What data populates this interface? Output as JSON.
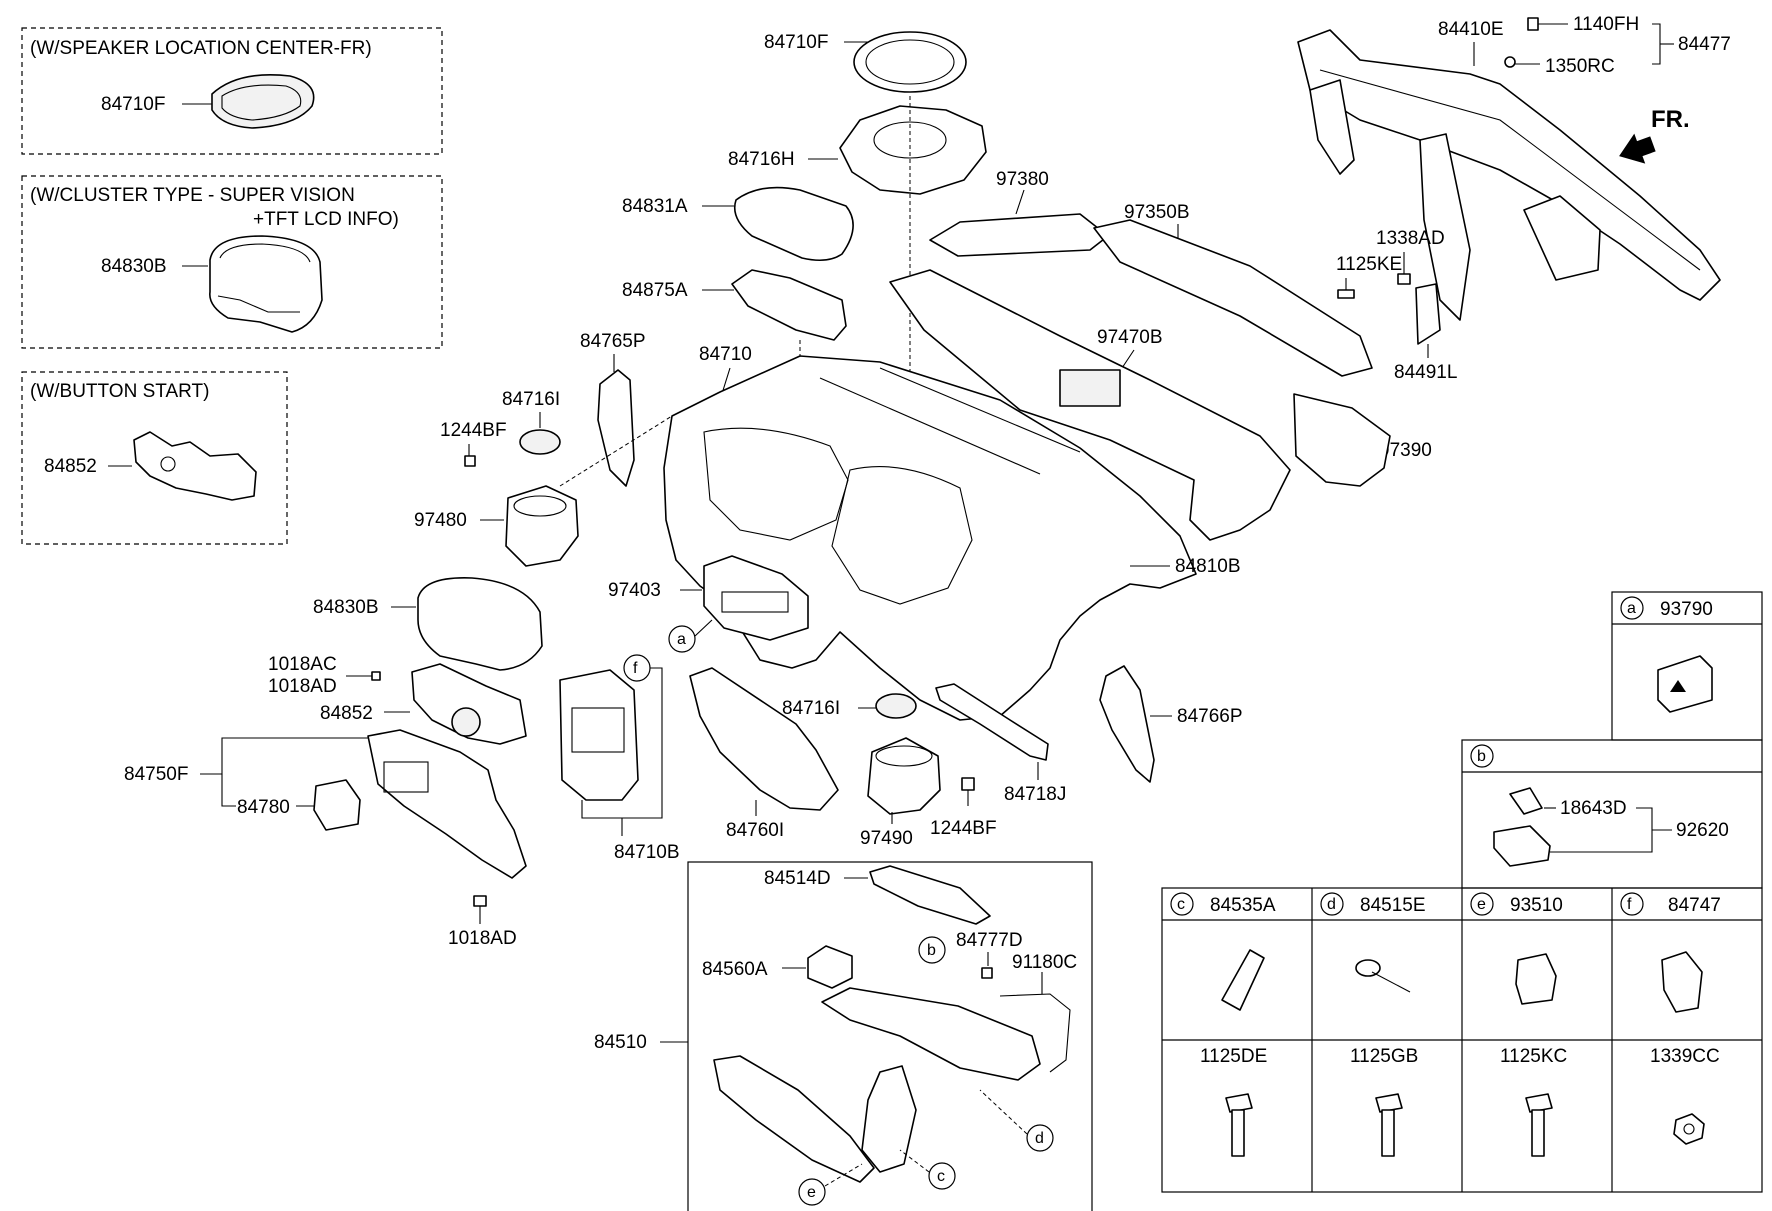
{
  "boxes": {
    "speaker": "(W/SPEAKER LOCATION CENTER-FR)",
    "cluster_line1": "(W/CLUSTER TYPE - SUPER VISION",
    "cluster_line2": "+TFT LCD INFO)",
    "button": "(W/BUTTON START)"
  },
  "direction": "FR.",
  "labels": {
    "p84710F_box": "84710F",
    "p84830B_box": "84830B",
    "p84852_box": "84852",
    "p84710F": "84710F",
    "p84716H": "84716H",
    "p84831A": "84831A",
    "p84875A": "84875A",
    "p84765P": "84765P",
    "p84710": "84710",
    "p84716I_a": "84716I",
    "p1244BF_a": "1244BF",
    "p97480": "97480",
    "p97380": "97380",
    "p97350B": "97350B",
    "p97470B": "97470B",
    "p97390": "97390",
    "p84810B": "84810B",
    "p84410E": "84410E",
    "p1140FH": "1140FH",
    "p1350RC": "1350RC",
    "p84477": "84477",
    "p1338AD": "1338AD",
    "p1125KE": "1125KE",
    "p84491L": "84491L",
    "p97403": "97403",
    "p84830B": "84830B",
    "p1018AC": "1018AC",
    "p1018AD_a": "1018AD",
    "p84852": "84852",
    "p84750F": "84750F",
    "p84780": "84780",
    "p1018AD_b": "1018AD",
    "p84710B": "84710B",
    "p84760I": "84760I",
    "p84716I_b": "84716I",
    "p97490": "97490",
    "p1244BF_b": "1244BF",
    "p84718J": "84718J",
    "p84766P": "84766P",
    "p84514D": "84514D",
    "p84777D": "84777D",
    "p91180C": "91180C",
    "p84560A": "84560A",
    "p84510": "84510"
  },
  "callouts": {
    "a": "a",
    "b": "b",
    "c": "c",
    "d": "d",
    "e": "e",
    "f": "f"
  },
  "legend": {
    "a": {
      "letter": "a",
      "part": "93790"
    },
    "b": {
      "letter": "b",
      "p1": "18643D",
      "p2": "92620"
    },
    "c": {
      "letter": "c",
      "part": "84535A"
    },
    "d": {
      "letter": "d",
      "part": "84515E"
    },
    "e": {
      "letter": "e",
      "part": "93510"
    },
    "f": {
      "letter": "f",
      "part": "84747"
    },
    "fasteners": [
      "1125DE",
      "1125GB",
      "1125KC",
      "1339CC"
    ]
  }
}
